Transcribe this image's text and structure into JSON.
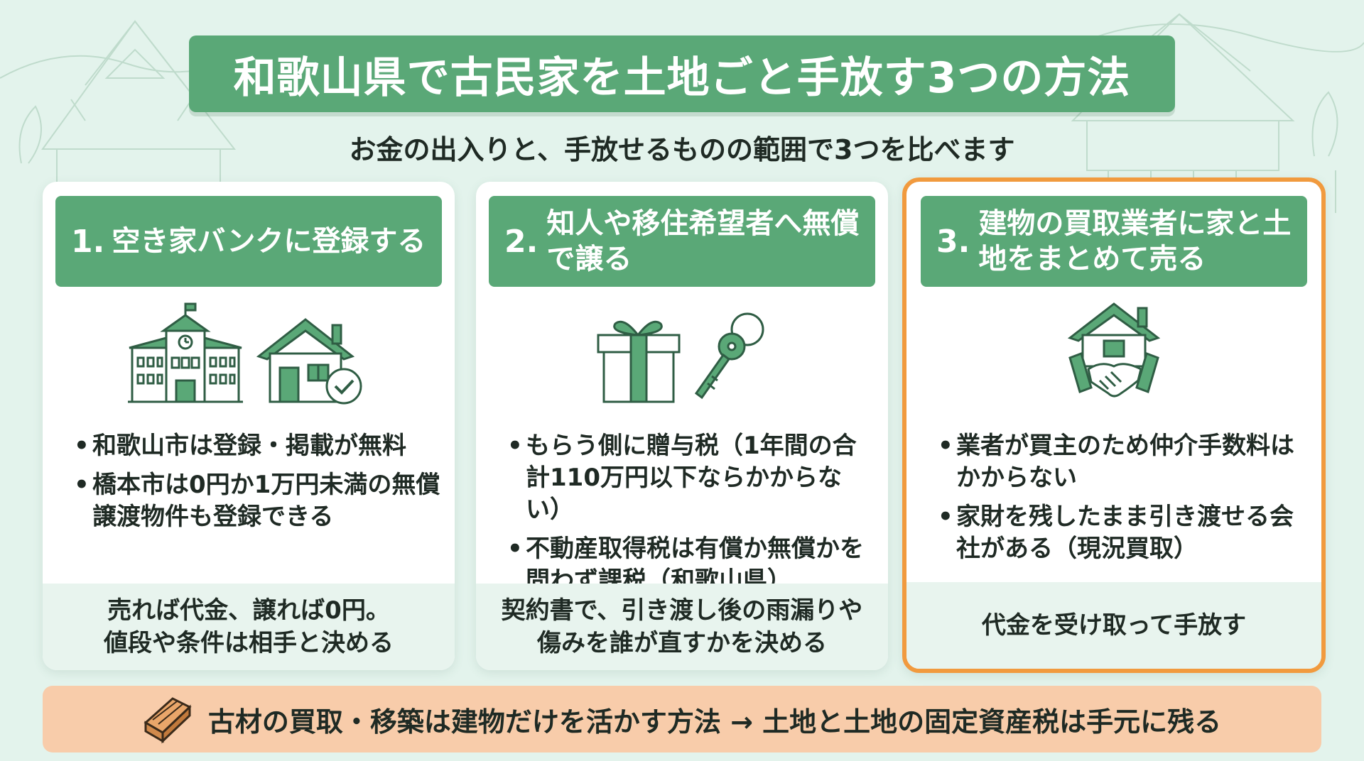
{
  "title": "和歌山県で古民家を土地ごと手放す3つの方法",
  "subtitle": "お金の出入りと、手放せるものの範囲で3つを比べます",
  "cards": [
    {
      "number": "1.",
      "heading": "空き家バンクに登録する",
      "icons": [
        "city-hall-icon",
        "house-check-icon"
      ],
      "bullets": [
        "和歌山市は登録・掲載が無料",
        "橋本市は0円か1万円未満の無償譲渡物件も登録できる"
      ],
      "footer": "売れば代金、譲れば0円。\n値段や条件は相手と決める"
    },
    {
      "number": "2.",
      "heading": "知人や移住希望者へ無償で譲る",
      "icons": [
        "gift-box-icon",
        "key-icon"
      ],
      "bullets": [
        "もらう側に贈与税（1年間の合計110万円以下ならかからない）",
        "不動産取得税は有償か無償かを問わず課税（和歌山県）"
      ],
      "footer": "契約書で、引き渡し後の雨漏りや\n傷みを誰が直すかを決める"
    },
    {
      "number": "3.",
      "heading": "建物の買取業者に家と土地をまとめて売る",
      "icons": [
        "house-handshake-icon"
      ],
      "bullets": [
        "業者が買主のため仲介手数料はかからない",
        "家財を残したまま引き渡せる会社がある（現況買取）"
      ],
      "footer": "代金を受け取って手放す",
      "highlighted": true
    }
  ],
  "footer_note": "古材の買取・移築は建物だけを活かす方法 → 土地と土地の固定資産税は手元に残る",
  "footer_icon": "lumber-icon",
  "colors": {
    "background": "#e3f3ec",
    "primary_green": "#5aa877",
    "highlight_orange": "#f19a3e",
    "footer_bar": "#f8ccaa",
    "card_footer": "#e8f4ee"
  }
}
